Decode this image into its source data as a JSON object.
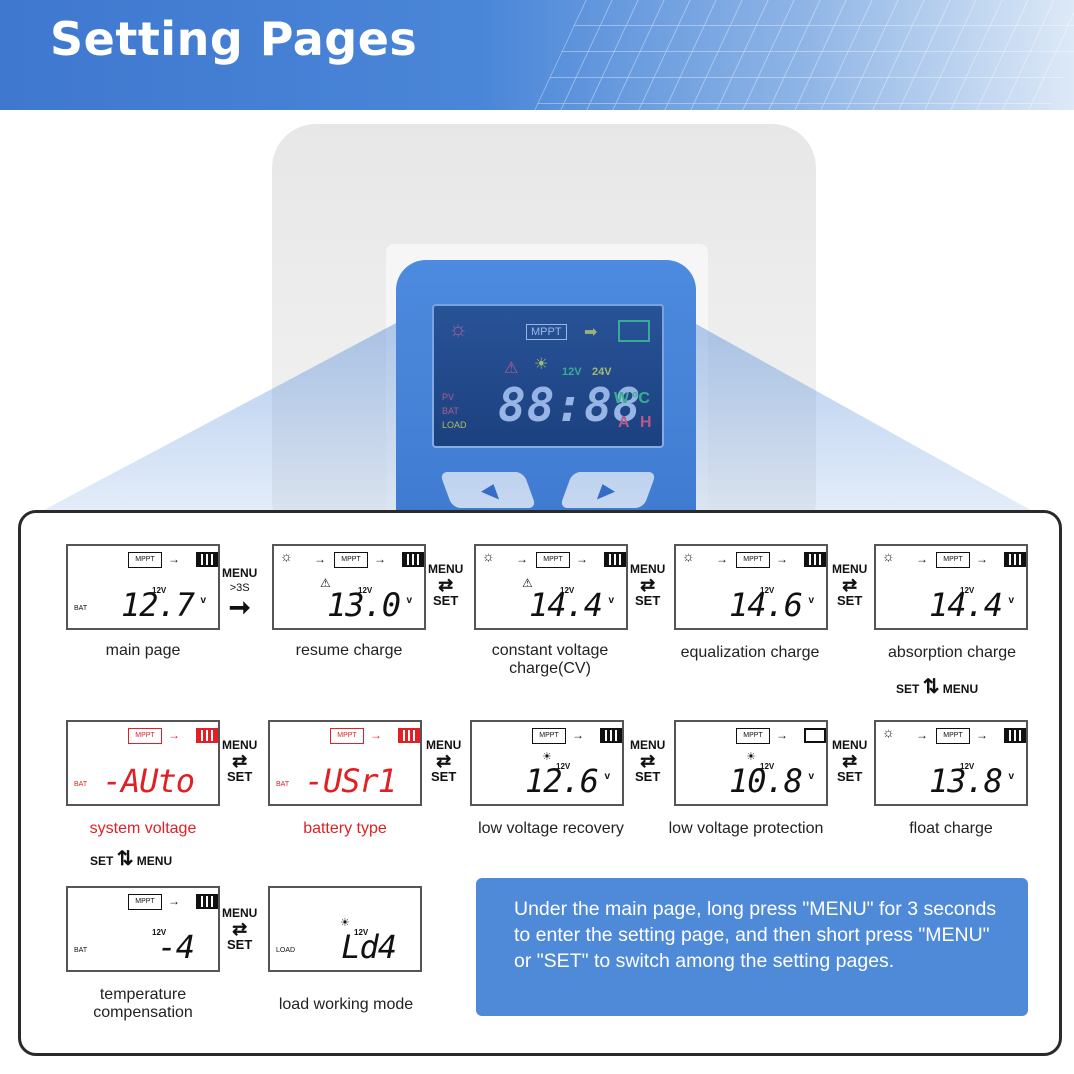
{
  "header": {
    "title": "Setting Pages"
  },
  "device": {
    "lcd_label": "MPPT",
    "voltages": [
      "12V",
      "24V"
    ],
    "status": [
      "PV",
      "BAT",
      "LOAD"
    ],
    "digits": "88:88",
    "units": [
      "W",
      "°C",
      "A",
      "H"
    ]
  },
  "screens": [
    {
      "value": "12.7",
      "unit": "v",
      "v12": "12V",
      "side": "BAT",
      "caption": "main page"
    },
    {
      "value": "13.0",
      "unit": "v",
      "v12": "12V",
      "side": "",
      "caption": "resume charge"
    },
    {
      "value": "14.4",
      "unit": "v",
      "v12": "12V",
      "side": "",
      "caption": "constant voltage charge(CV)"
    },
    {
      "value": "14.6",
      "unit": "v",
      "v12": "12V",
      "side": "",
      "caption": "equalization charge"
    },
    {
      "value": "14.4",
      "unit": "v",
      "v12": "12V",
      "side": "",
      "caption": "absorption charge"
    },
    {
      "value": "13.8",
      "unit": "v",
      "v12": "12V",
      "side": "",
      "caption": "float charge"
    },
    {
      "value": "10.8",
      "unit": "v",
      "v12": "12V",
      "side": "",
      "caption": "low voltage protection"
    },
    {
      "value": "12.6",
      "unit": "v",
      "v12": "12V",
      "side": "",
      "caption": "low voltage recovery"
    },
    {
      "value": "-USr1",
      "unit": "",
      "v12": "",
      "side": "BAT",
      "caption": "battery type"
    },
    {
      "value": "-AUto",
      "unit": "",
      "v12": "",
      "side": "BAT",
      "caption": "system voltage"
    },
    {
      "value": "-4",
      "unit": "",
      "v12": "12V",
      "side": "BAT",
      "caption": "temperature compensation"
    },
    {
      "value": "Ld4",
      "unit": "",
      "v12": "12V",
      "side": "LOAD",
      "caption": "load working mode"
    }
  ],
  "switches": {
    "menu_long": "MENU",
    "menu_long_sub": ">3S",
    "menu": "MENU",
    "set": "SET"
  },
  "info": {
    "text": "Under the main page, long press \"MENU\" for 3 seconds to enter the setting page, and then short press \"MENU\" or \"SET\" to switch among the setting pages."
  }
}
